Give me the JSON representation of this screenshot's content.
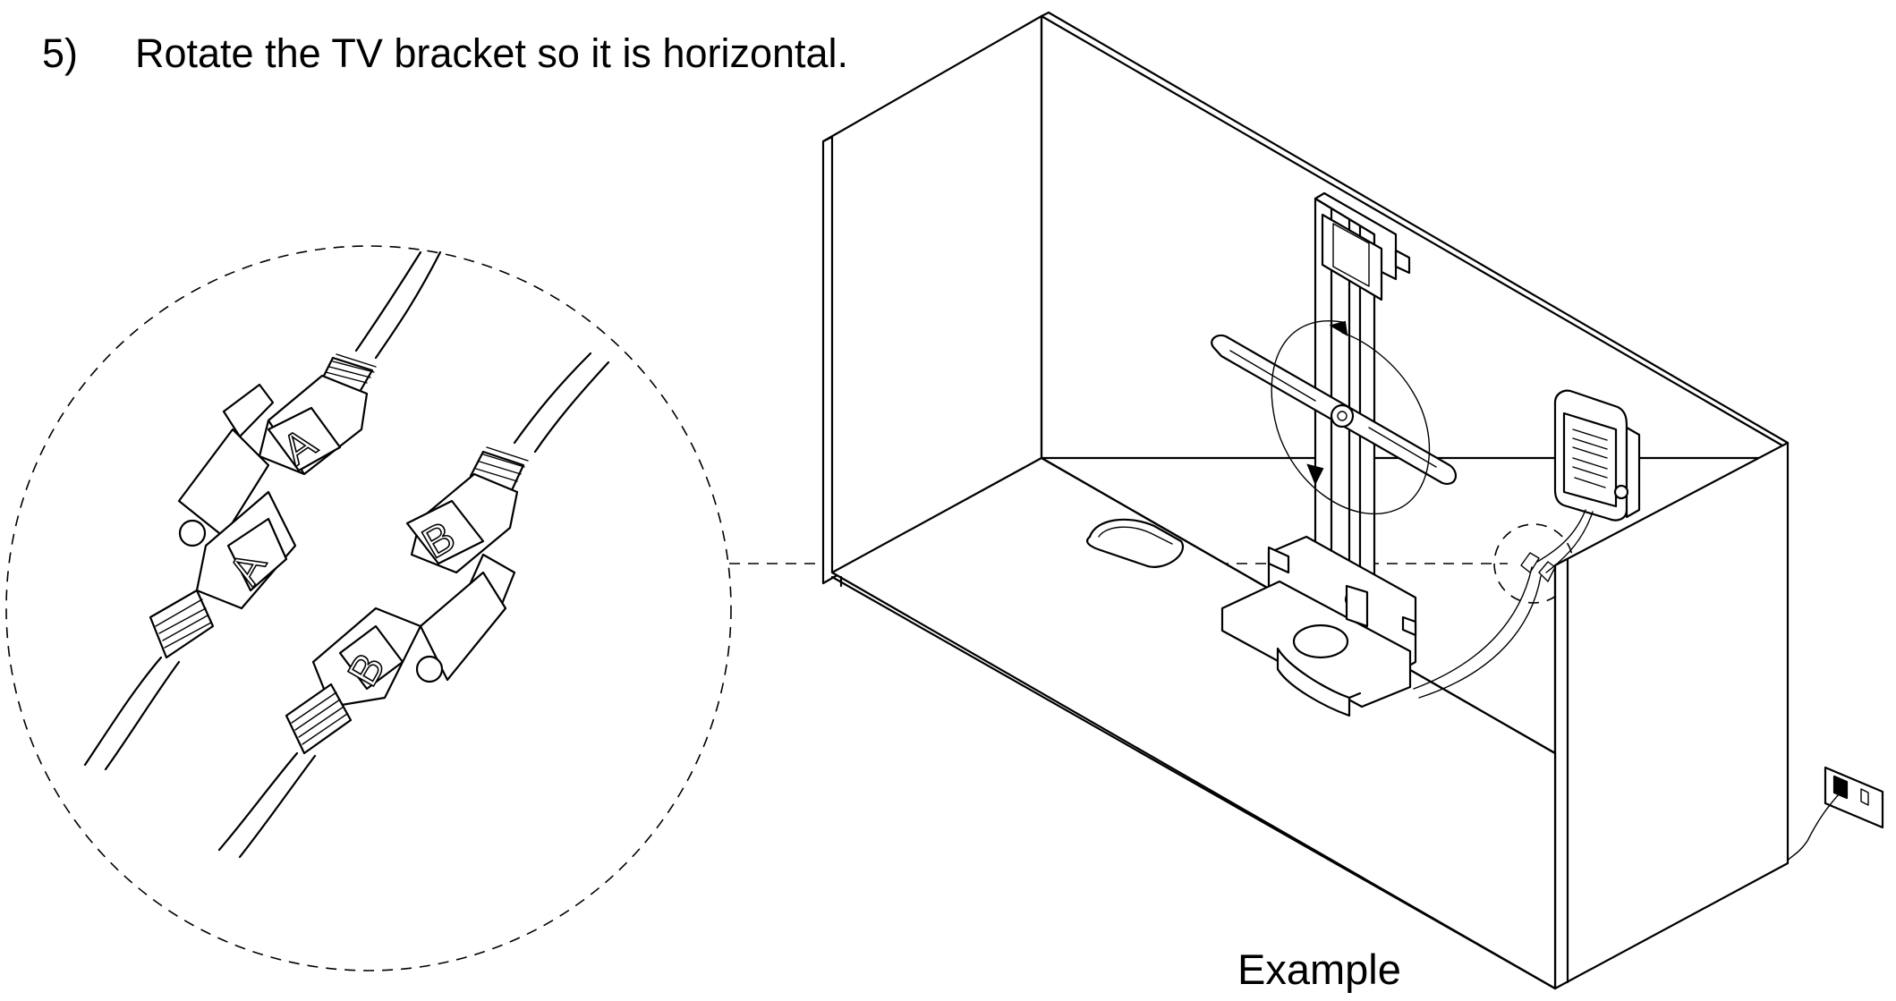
{
  "instruction": {
    "step_number": "5)",
    "text": "Rotate the TV bracket so it is horizontal."
  },
  "caption": "Example",
  "detail_view": {
    "connector_a_label": "A",
    "connector_b_label": "B"
  },
  "icons": [
    "rotation-arrow-icon",
    "wall-outlet-icon",
    "control-box-icon"
  ]
}
